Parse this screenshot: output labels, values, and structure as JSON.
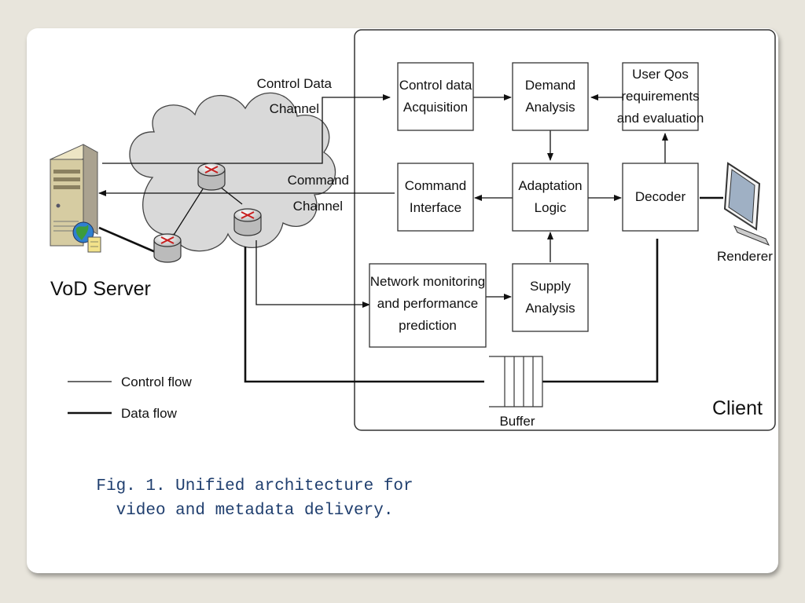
{
  "diagram": {
    "labels": {
      "control_data_channel_1": "Control Data",
      "control_data_channel_2": "Channel",
      "command_channel_1": "Command",
      "command_channel_2": "Channel",
      "vod_server": "VoD Server",
      "renderer": "Renderer",
      "buffer": "Buffer",
      "client": "Client"
    },
    "boxes": {
      "control_data_acquisition": [
        "Control data",
        "Acquisition"
      ],
      "demand_analysis": [
        "Demand",
        "Analysis"
      ],
      "user_qos": [
        "User Qos",
        "requirements",
        "and evaluation"
      ],
      "command_interface": [
        "Command",
        "Interface"
      ],
      "adaptation_logic": [
        "Adaptation",
        "Logic"
      ],
      "decoder": [
        "Decoder"
      ],
      "network_monitoring": [
        "Network monitoring",
        "and performance",
        "prediction"
      ],
      "supply_analysis": [
        "Supply",
        "Analysis"
      ]
    },
    "legend": {
      "control_flow": "Control flow",
      "data_flow": "Data flow"
    }
  },
  "caption": {
    "line1": "Fig. 1. Unified architecture for",
    "line2": "video and metadata delivery."
  }
}
